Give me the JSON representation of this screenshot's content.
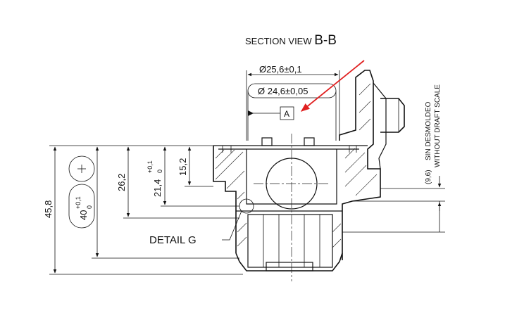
{
  "title": {
    "prefix": "SECTION VIEW ",
    "suffix": "B-B"
  },
  "dimensions": {
    "outer_diameter": "Ø25,6±0,1",
    "inner_diameter": "Ø 24,6±0,05",
    "datum": "A",
    "overall_height": "45,8",
    "height_40": "40",
    "height_40_tol_upper": "+0,1",
    "height_40_tol_lower": "0",
    "height_26": "26,2",
    "height_21": "21,4",
    "height_21_tol_upper": "+0,1",
    "height_21_tol_lower": "0",
    "height_15": "15,2",
    "ref_dim": "(9,6)",
    "note_line1": "SIN DESMOLDEO",
    "note_line2": "WITHOUT DRAFT SCALE"
  },
  "detail_label": "DETAIL G",
  "colors": {
    "line": "#111111",
    "arrow": "#e02020",
    "background": "#ffffff"
  }
}
